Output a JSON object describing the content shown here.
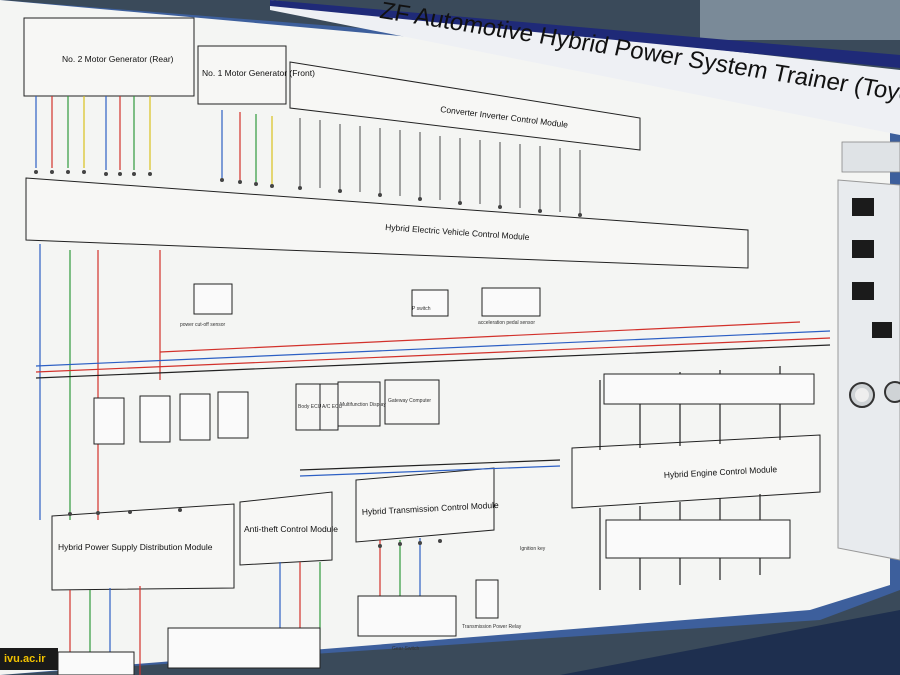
{
  "board": {
    "title": "ZF Automotive Hybrid Power System Trainer (Toyota Prius",
    "colors": {
      "board": "#f4f5f3",
      "banner": "#1f2a78",
      "frame": "#3d5f9c",
      "wire_red": "#d2312b",
      "wire_green": "#2f9a3c",
      "wire_blue": "#2c5fc4",
      "wire_yellow": "#d9c01c",
      "wire_black": "#222222"
    }
  },
  "modules": {
    "mg2": "No. 2 Motor Generator (Rear)",
    "mg1": "No. 1 Motor Generator (Front)",
    "inverter": "Converter Inverter Control Module",
    "hv": "Hybrid Electric Vehicle Control Module",
    "power_supply": "Hybrid Power Supply Distribution Module",
    "anti_theft": "Anti-theft Control Module",
    "transmission": "Hybrid Transmission Control Module",
    "engine": "Hybrid Engine Control Module",
    "gateway": "Gateway Computer",
    "body_ecu": "Body ECU",
    "ac_ecu": "A/C ECU",
    "multi_display": "Multifunction Display"
  },
  "sensors": {
    "power_cutoff": "power cut-off sensor",
    "accel_pedal": "acceleration pedal sensor",
    "p_switch": "P switch",
    "gear_switch": "Gear Switch",
    "ignition": "Ignition key",
    "trans_relay": "Transmission Power Relay"
  },
  "watermark": "ivu.ac.ir"
}
